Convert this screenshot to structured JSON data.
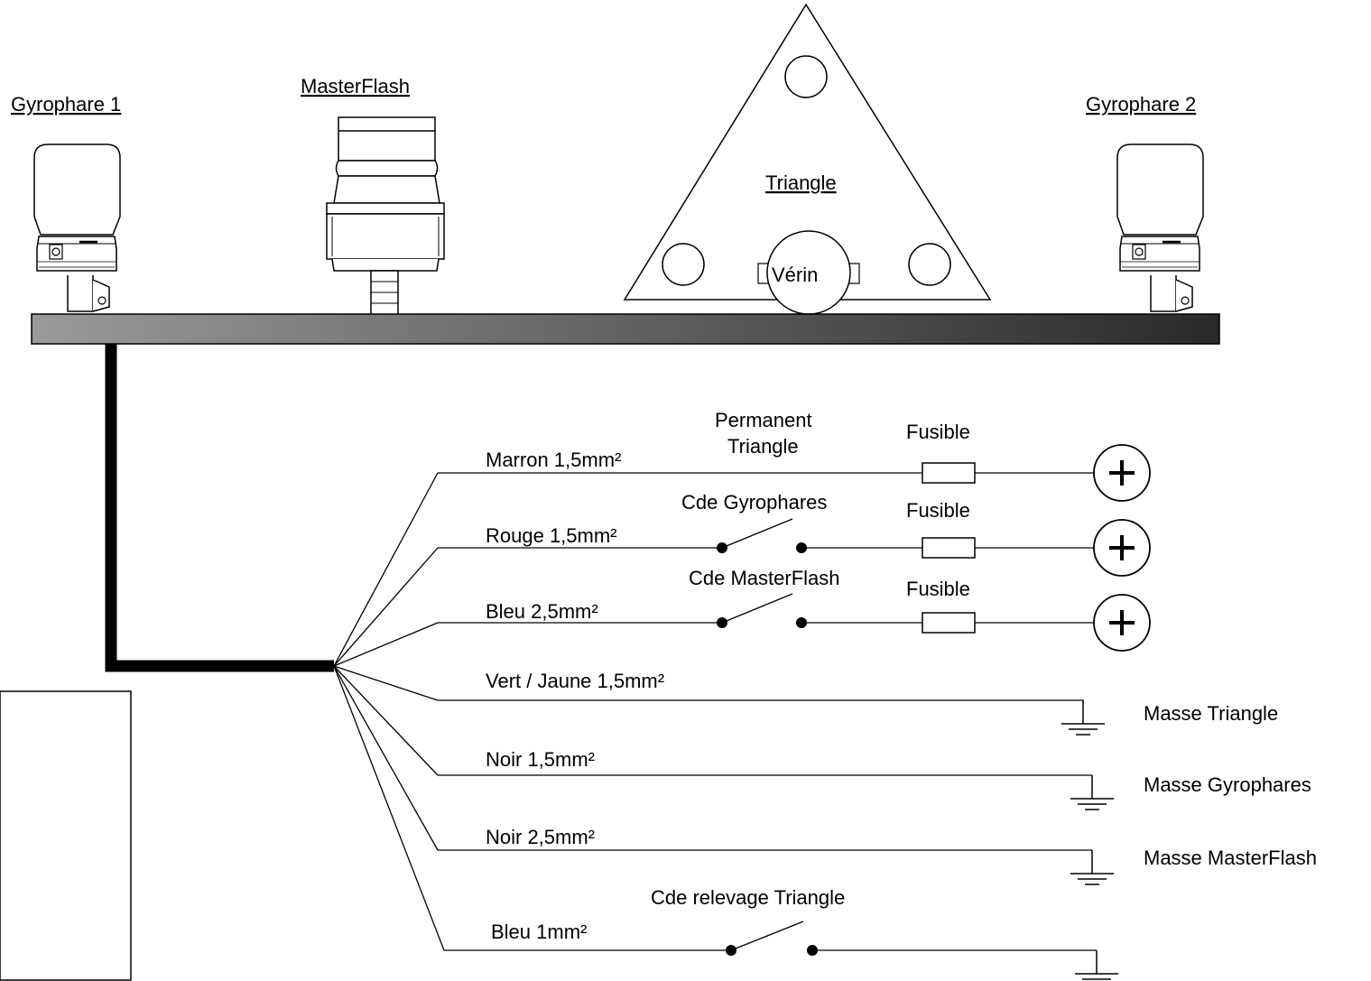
{
  "devices": {
    "gyro1": "Gyrophare 1",
    "masterflash": "MasterFlash",
    "triangle": "Triangle",
    "verin": "Vérin",
    "gyro2": "Gyrophare 2"
  },
  "wires": [
    {
      "label": "Marron 1,5mm²"
    },
    {
      "label": "Rouge 1,5mm²"
    },
    {
      "label": "Bleu 2,5mm²"
    },
    {
      "label": "Vert / Jaune 1,5mm²"
    },
    {
      "label": "Noir 1,5mm²"
    },
    {
      "label": "Noir 2,5mm²"
    },
    {
      "label": "Bleu 1mm²"
    }
  ],
  "controls": {
    "permanent_line1": "Permanent",
    "permanent_line2": "Triangle",
    "cde_gyrophares": "Cde Gyrophares",
    "cde_masterflash": "Cde MasterFlash",
    "cde_relevage": "Cde relevage Triangle"
  },
  "fuse_label": "Fusible",
  "plus_symbol": "+",
  "grounds": {
    "masse_triangle": "Masse Triangle",
    "masse_gyrophares": "Masse Gyrophares",
    "masse_masterflash": "Masse MasterFlash"
  },
  "colors": {
    "bar_left": "#9a9a9a",
    "bar_right": "#2a2a2a",
    "line": "#000000"
  }
}
